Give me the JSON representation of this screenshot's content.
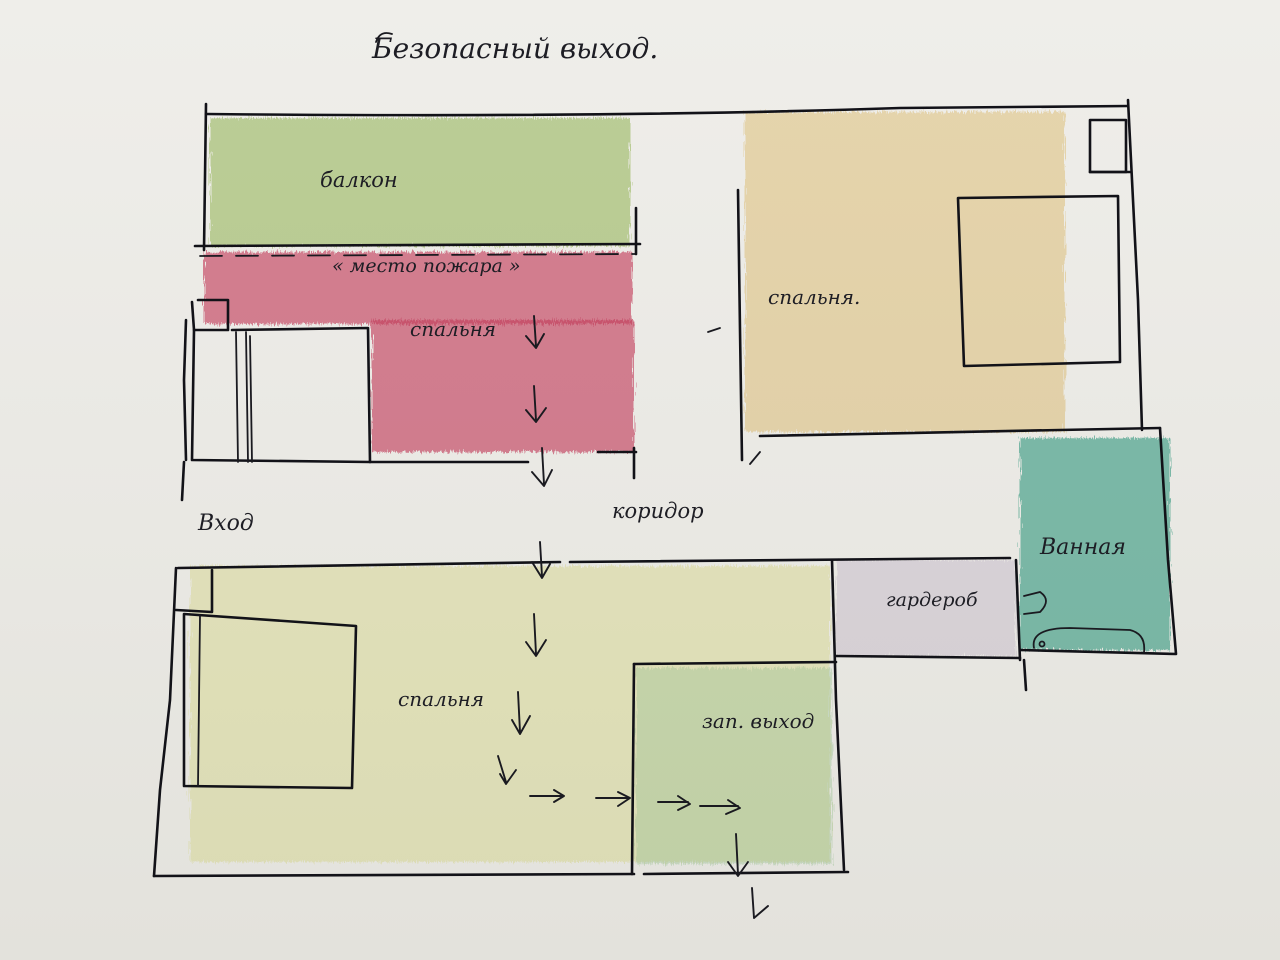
{
  "title": "Безопасный выход.",
  "labels": {
    "balcony": "балкон",
    "fire_place": "« место пожара »",
    "bedroom_fire": "спальня",
    "bedroom_right": "спальня.",
    "entrance": "Вход",
    "corridor": "коридор",
    "bathroom": "Ванная",
    "wardrobe": "гардероб",
    "bedroom_bottom": "спальня",
    "emergency_exit": "зап. выход"
  },
  "colors": {
    "balcony": "#9cc25a",
    "fire_zone": "#d23f63",
    "bedroom_right": "#eec97a",
    "bathroom": "#2fa388",
    "bedroom_bottom": "#e2e47a",
    "wardrobe": "#c9b8d6",
    "emergency_exit": "#a9d6a6",
    "ink": "#16161c"
  }
}
